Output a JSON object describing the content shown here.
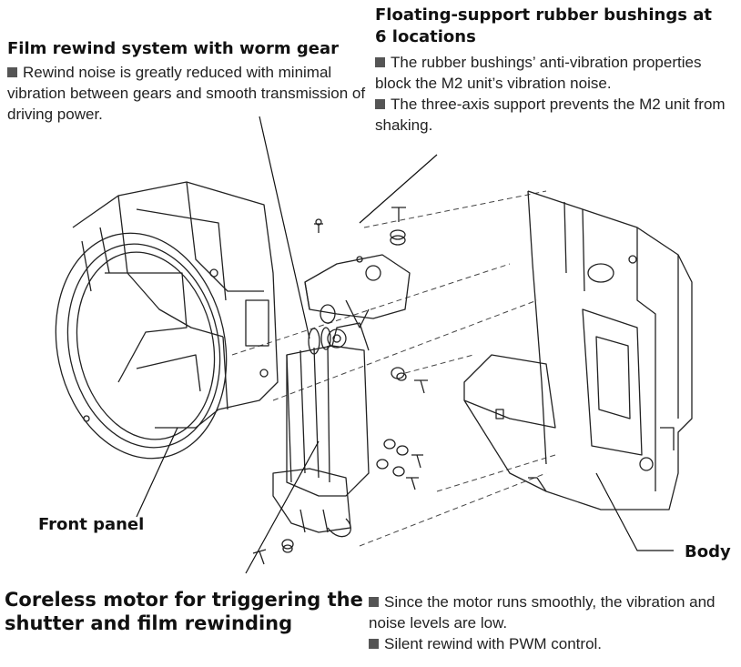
{
  "callouts": {
    "film_rewind": {
      "title": "Film rewind system with worm gear",
      "bullets": [
        "Rewind noise is greatly reduced with minimal vibration between gears and smooth transmission of driving power."
      ]
    },
    "floating_support": {
      "title_line1": "Floating-support rubber bushings at",
      "title_line2": "6 locations",
      "bullets": [
        "The rubber bushings’ anti-vibration properties block the M2 unit’s vibration noise.",
        "The three-axis support prevents the M2 unit from shaking."
      ]
    },
    "coreless_motor": {
      "title_line1": "Coreless motor for triggering the",
      "title_line2": "shutter and film rewinding",
      "bullets": [
        "Since the motor runs smoothly, the vibration and noise levels are low.",
        "Silent rewind with PWM control."
      ]
    }
  },
  "labels": {
    "front_panel": "Front panel",
    "body": "Body"
  }
}
